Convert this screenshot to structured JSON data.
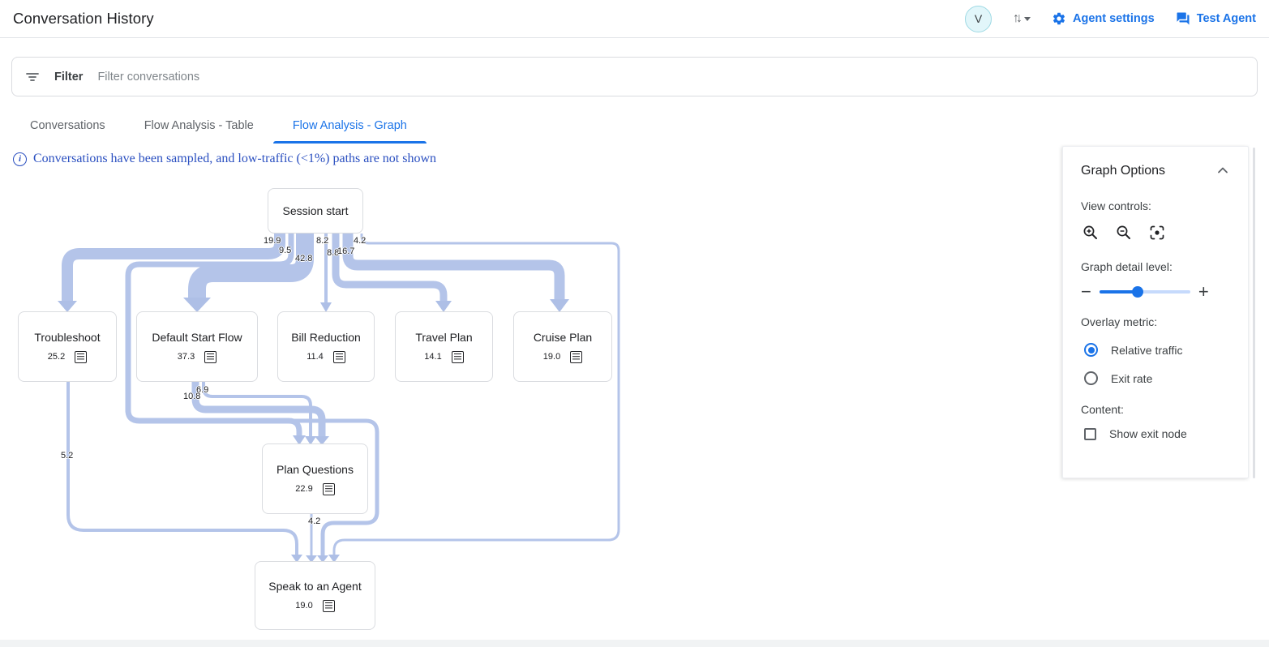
{
  "header": {
    "title": "Conversation History",
    "avatar_initial": "V",
    "agent_settings_label": "Agent settings",
    "test_agent_label": "Test Agent"
  },
  "filter_bar": {
    "filter_label": "Filter",
    "placeholder": "Filter conversations"
  },
  "tabs": [
    {
      "label": "Conversations",
      "active": false
    },
    {
      "label": "Flow Analysis - Table",
      "active": false
    },
    {
      "label": "Flow Analysis - Graph",
      "active": true
    }
  ],
  "notice": {
    "text": "Conversations have been sampled, and low-traffic (<1%) paths are not shown"
  },
  "graph": {
    "nodes": [
      {
        "id": "session-start",
        "label": "Session start",
        "value": ""
      },
      {
        "id": "troubleshoot",
        "label": "Troubleshoot",
        "value": "25.2"
      },
      {
        "id": "default-start-flow",
        "label": "Default Start Flow",
        "value": "37.3"
      },
      {
        "id": "bill-reduction",
        "label": "Bill Reduction",
        "value": "11.4"
      },
      {
        "id": "travel-plan",
        "label": "Travel Plan",
        "value": "14.1"
      },
      {
        "id": "cruise-plan",
        "label": "Cruise Plan",
        "value": "19.0"
      },
      {
        "id": "plan-questions",
        "label": "Plan Questions",
        "value": "22.9"
      },
      {
        "id": "speak-to-an-agent",
        "label": "Speak to an Agent",
        "value": "19.0"
      }
    ],
    "edge_labels": [
      {
        "from": "Session start",
        "to": "Troubleshoot",
        "label": "19.9"
      },
      {
        "from": "Session start",
        "to": "Plan Questions",
        "label": "9.5"
      },
      {
        "from": "Session start",
        "to": "Default Start Flow",
        "label": "42.8"
      },
      {
        "from": "Session start",
        "to": "Bill Reduction",
        "label": "8.2"
      },
      {
        "from": "Session start",
        "to": "Travel Plan",
        "label": "8.8"
      },
      {
        "from": "Session start",
        "to": "Cruise Plan",
        "label": "16.7"
      },
      {
        "from": "Session start",
        "to": "Speak to an Agent",
        "label": "4.2"
      },
      {
        "from": "Default Start Flow",
        "to": "Plan Questions",
        "label": "6.9"
      },
      {
        "from": "Default Start Flow",
        "to": "Plan Questions",
        "label": "10.8"
      },
      {
        "from": "Troubleshoot",
        "to": "Speak to an Agent",
        "label": "5.2"
      },
      {
        "from": "Plan Questions",
        "to": "Speak to an Agent",
        "label": "4.2"
      }
    ]
  },
  "options_panel": {
    "title": "Graph Options",
    "view_controls_label": "View controls:",
    "view_controls_icons": [
      "zoom-in",
      "zoom-out",
      "center-focus"
    ],
    "detail_label": "Graph detail level:",
    "detail_percent": 42,
    "overlay_label": "Overlay metric:",
    "overlay_options": [
      {
        "label": "Relative traffic",
        "selected": true
      },
      {
        "label": "Exit rate",
        "selected": false
      }
    ],
    "content_label": "Content:",
    "show_exit_node_label": "Show exit node",
    "show_exit_node_checked": false
  },
  "colors": {
    "accent_blue": "#1a73e8",
    "edge_blue": "#b4c4e9",
    "notice_blue": "#2a4fc0"
  }
}
